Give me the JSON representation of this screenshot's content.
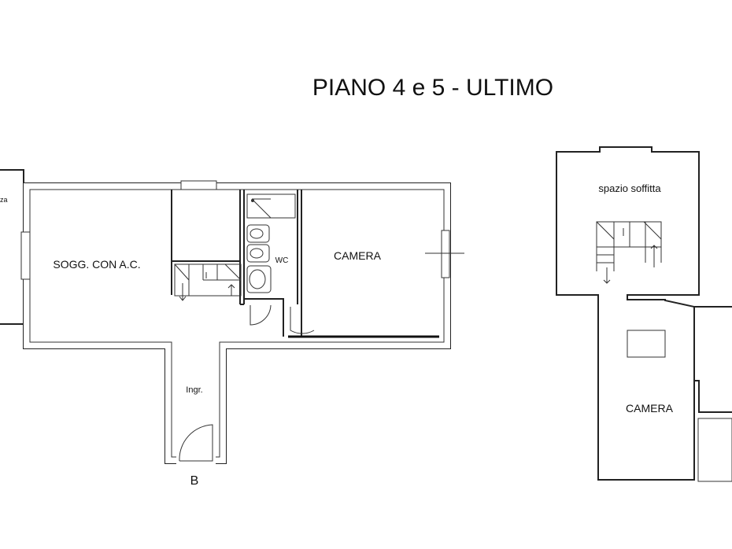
{
  "title": "PIANO 4 e 5 - ULTIMO",
  "rooms": {
    "left_partial": "za",
    "soggiorno": "SOGG. CON A.C.",
    "wc": "WC",
    "camera_4": "CAMERA",
    "ingresso": "Ingr.",
    "entrance_marker": "B",
    "spazio_soffitta": "spazio soffitta",
    "camera_5": "CAMERA"
  }
}
